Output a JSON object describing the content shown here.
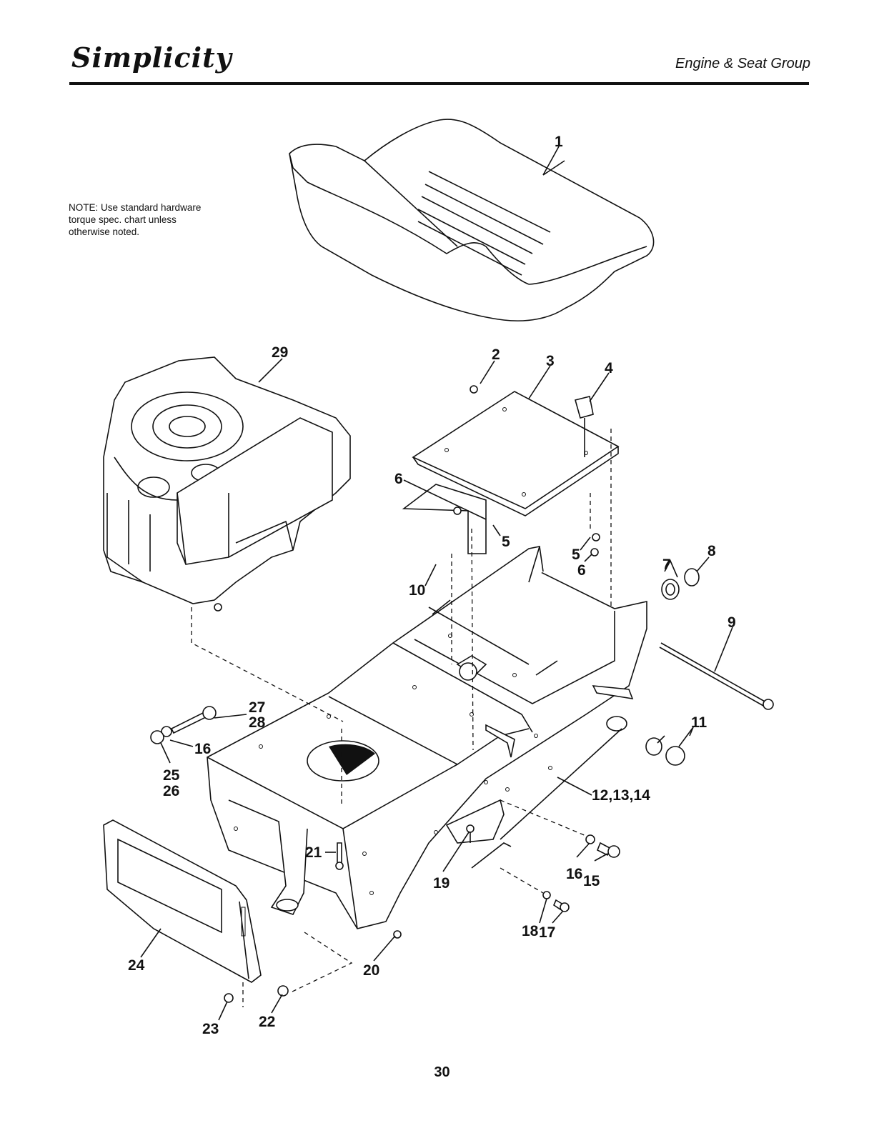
{
  "header": {
    "brand": "Simplicity",
    "section_title": "Engine & Seat Group"
  },
  "note": "NOTE: Use standard hardware\ntorque spec. chart unless\notherwise noted.",
  "callouts": {
    "c1": "1",
    "c2": "2",
    "c3": "3",
    "c4": "4",
    "c5a": "5",
    "c5b": "5",
    "c6a": "6",
    "c6b": "6",
    "c7": "7",
    "c8": "8",
    "c9": "9",
    "c10": "10",
    "c11": "11",
    "c12": "12,13,14",
    "c15": "15",
    "c16a": "16",
    "c16b": "16",
    "c17": "17",
    "c18": "18",
    "c19": "19",
    "c20": "20",
    "c21": "21",
    "c22": "22",
    "c23": "23",
    "c24": "24",
    "c25": "25",
    "c26": "26",
    "c27": "27",
    "c28": "28",
    "c29": "29"
  },
  "page_number": "30"
}
